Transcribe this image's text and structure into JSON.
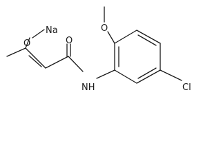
{
  "molecule": {
    "atoms": {
      "sodium": "Na",
      "enol_oxygen": "O",
      "carbonyl_oxygen": "O",
      "amide_nitrogen": "NH",
      "methoxy_oxygen": "O",
      "chlorine": "Cl"
    }
  }
}
